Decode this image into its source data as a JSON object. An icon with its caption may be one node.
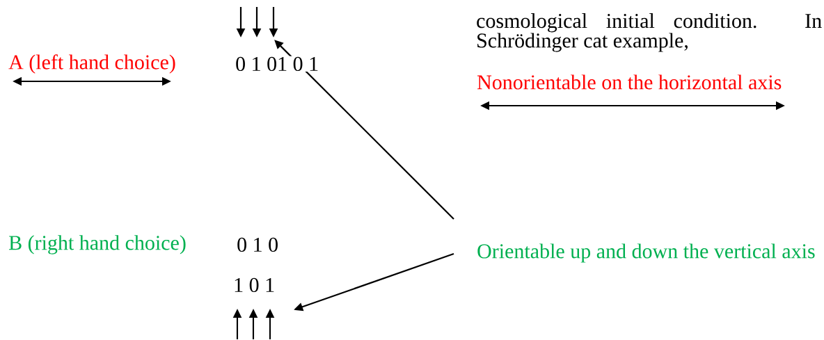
{
  "diagram": {
    "nodes": [
      {
        "text": [
          "Orientable up and down the vertical axis"
        ]
      },
      {
        "text": [],
        "shape": "arrow"
      },
      {
        "text": [],
        "shape": "arrow"
      }
    ],
    "edges": [
      {
        "from": 0,
        "to": 1,
        "arrow": "to"
      },
      {
        "from": 0,
        "to": 2,
        "arrow": "to"
      }
    ],
    "labels": [
      "cosmological initial condition. In Schrödinger cat example,",
      "A (left hand choice)",
      "0 1 01 0 1",
      "Nonorientable on the horizontal axis",
      "B (right hand choice)",
      "0 1 0",
      "1 0 1"
    ]
  }
}
